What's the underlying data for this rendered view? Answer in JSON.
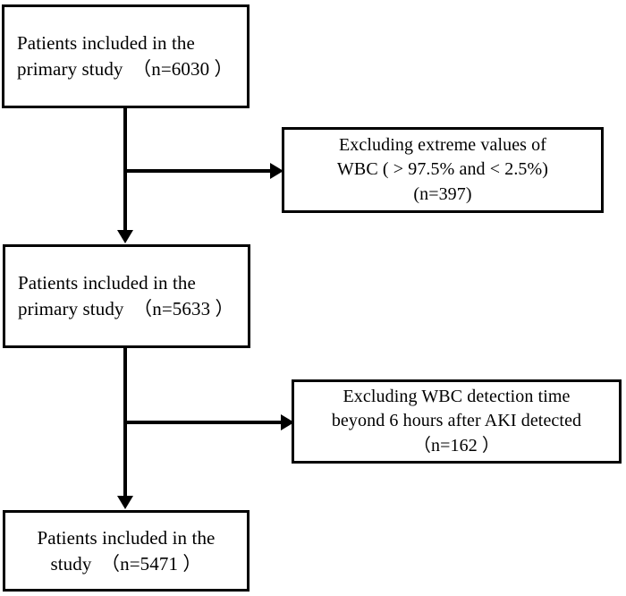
{
  "diagram": {
    "type": "flowchart",
    "title": "Study participant selection flow diagram",
    "orientation": "top-to-bottom",
    "colors": {
      "border": "#000000",
      "background": "#ffffff",
      "text": "#000000",
      "connector": "#000000"
    },
    "nodes": [
      {
        "id": "node-enrolled",
        "role": "included",
        "text": "Patients included in the\nprimary study　（n=6030 ）",
        "n": 6030
      },
      {
        "id": "node-exclusion-wbc-extremes",
        "role": "excluded",
        "text": "Excluding extreme values of\nWBC ( > 97.5% and  < 2.5%)\n(n=397)",
        "n": 397
      },
      {
        "id": "node-after-first-exclusion",
        "role": "included",
        "text": "Patients included in the\nprimary study　（n=5633 ）",
        "n": 5633
      },
      {
        "id": "node-exclusion-detection-time",
        "role": "excluded",
        "text": "Excluding WBC detection time\nbeyond 6 hours after AKI detected\n（n=162 ）",
        "n": 162
      },
      {
        "id": "node-final-cohort",
        "role": "included",
        "text": "Patients included in the\nstudy　（n=5471 ）",
        "n": 5471
      }
    ],
    "edges": [
      {
        "id": "edge-enrolled-to-second",
        "from": "node-enrolled",
        "to": "node-after-first-exclusion",
        "direction": "down"
      },
      {
        "id": "edge-enrolled-to-exclusion-1",
        "from": "node-enrolled",
        "to": "node-exclusion-wbc-extremes",
        "direction": "right"
      },
      {
        "id": "edge-second-to-final",
        "from": "node-after-first-exclusion",
        "to": "node-final-cohort",
        "direction": "down"
      },
      {
        "id": "edge-second-to-exclusion-2",
        "from": "node-after-first-exclusion",
        "to": "node-exclusion-detection-time",
        "direction": "right"
      }
    ]
  }
}
